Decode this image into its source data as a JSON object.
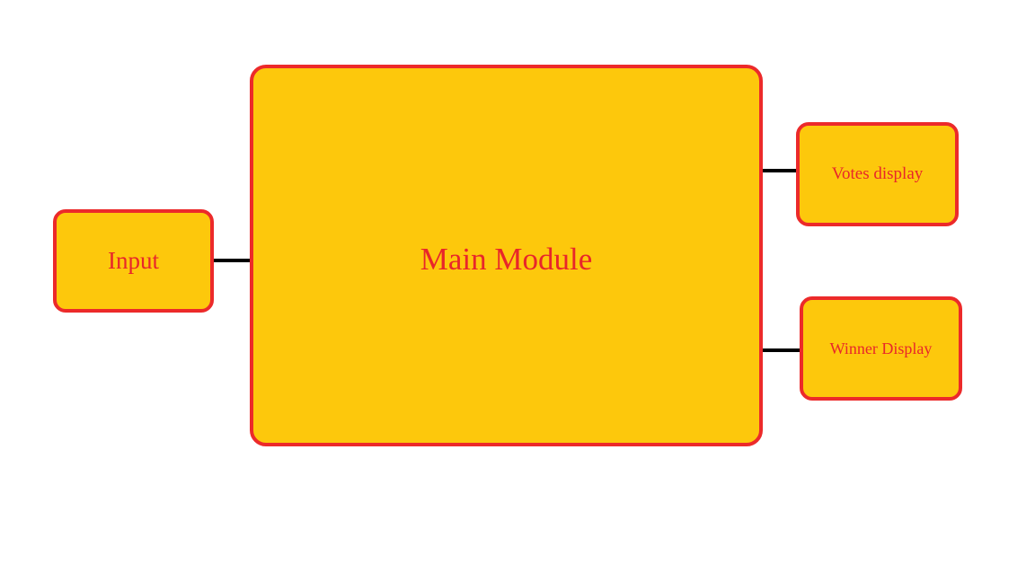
{
  "diagram": {
    "nodes": {
      "input": "Input",
      "main": "Main Module",
      "votes_display": "Votes display",
      "winner_display": "Winner Display"
    },
    "edges": [
      {
        "from": "input",
        "to": "main"
      },
      {
        "from": "main",
        "to": "votes_display"
      },
      {
        "from": "main",
        "to": "winner_display"
      }
    ],
    "colors": {
      "box_fill": "#fdc80c",
      "box_border": "#ec2a2a",
      "text": "#e8262a",
      "connector": "#000000",
      "background": "#ffffff"
    }
  }
}
